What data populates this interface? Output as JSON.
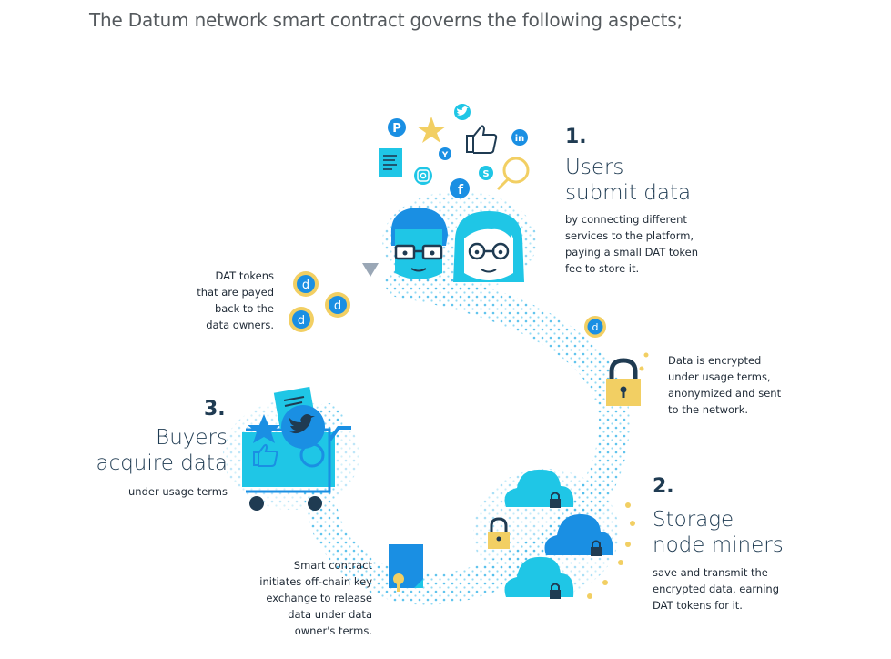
{
  "heading": "The Datum network smart contract governs the following aspects;",
  "colors": {
    "navy": "#1f3b52",
    "cyan": "#1fc6e6",
    "blue": "#1a8fe3",
    "gold": "#f2cf63",
    "dots": "#45b9ea"
  },
  "steps": {
    "users": {
      "number": "1.",
      "title": [
        "Users",
        "submit data"
      ],
      "desc": [
        "by connecting different",
        "services to the platform,",
        "paying a small DAT token",
        "fee to store it."
      ]
    },
    "storage": {
      "number": "2.",
      "title": [
        "Storage",
        "node miners"
      ],
      "desc": [
        "save and transmit the",
        "encrypted data, earning",
        "DAT tokens for it."
      ]
    },
    "buyers": {
      "number": "3.",
      "title": [
        "Buyers",
        "acquire data"
      ],
      "desc": [
        "under usage terms"
      ]
    }
  },
  "notes": {
    "tokens": [
      "DAT tokens",
      "that are payed",
      "back to the",
      "data owners."
    ],
    "encrypted": [
      "Data is encrypted",
      "under usage terms,",
      "anonymized and sent",
      "to the network."
    ],
    "contract": [
      "Smart contract",
      "initiates off-chain key",
      "exchange to release",
      "data under data",
      "owner's terms."
    ]
  },
  "icons": {
    "token_symbol": "d",
    "social": [
      "pinterest-icon",
      "twitter-icon",
      "linkedin-icon",
      "instagram-icon",
      "facebook-icon",
      "yelp-icon",
      "skype-icon",
      "star-icon",
      "thumbs-up-icon",
      "document-icon",
      "magnifier-icon"
    ]
  }
}
